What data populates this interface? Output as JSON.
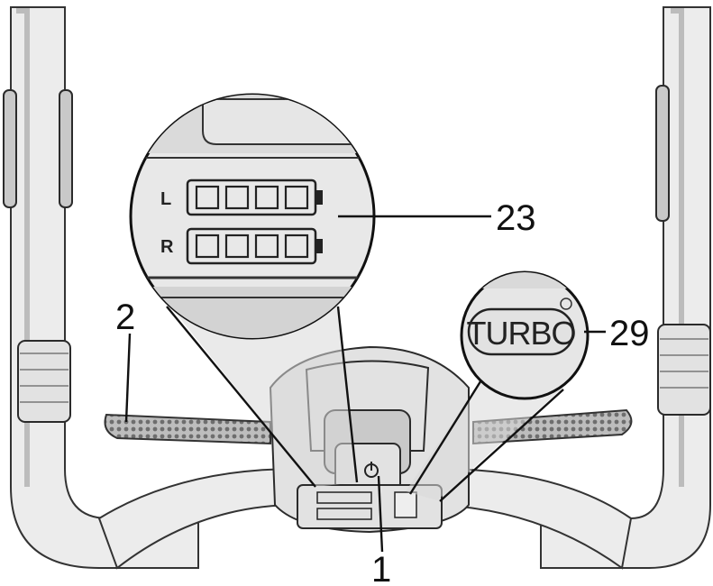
{
  "callouts": {
    "label_1": "1",
    "label_2": "2",
    "label_23": "23",
    "label_29": "29"
  },
  "battery_display": {
    "left_letter": "L",
    "right_letter": "R"
  },
  "turbo_button": {
    "text": "TURBO"
  },
  "icons": [
    "power-icon",
    "battery-indicator-icon"
  ]
}
